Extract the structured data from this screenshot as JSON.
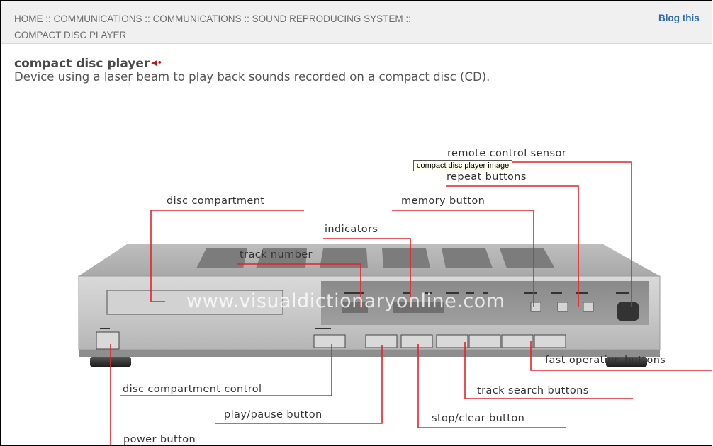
{
  "breadcrumb": {
    "items": [
      "HOME",
      "COMMUNICATIONS",
      "COMMUNICATIONS",
      "SOUND REPRODUCING SYSTEM",
      "COMPACT DISC PLAYER"
    ],
    "separator": "::",
    "blog_link": "Blog this"
  },
  "entry": {
    "term": "compact disc player",
    "speaker_icon": "speaker-icon",
    "definition": "Device using a laser beam to play back sounds recorded on a compact disc (CD)."
  },
  "illustration": {
    "tooltip": "compact disc player image",
    "watermark": "www.visualdictionaryonline.com",
    "labels": {
      "remote_control_sensor": "remote control sensor",
      "repeat_buttons": "repeat buttons",
      "disc_compartment": "disc compartment",
      "memory_button": "memory button",
      "indicators": "indicators",
      "track_number": "track number",
      "fast_operation_buttons": "fast operation buttons",
      "disc_compartment_control": "disc compartment control",
      "track_search_buttons": "track search buttons",
      "play_pause_button": "play/pause button",
      "stop_clear_button": "stop/clear button",
      "power_button": "power button"
    },
    "line_color": "#e0242a"
  }
}
